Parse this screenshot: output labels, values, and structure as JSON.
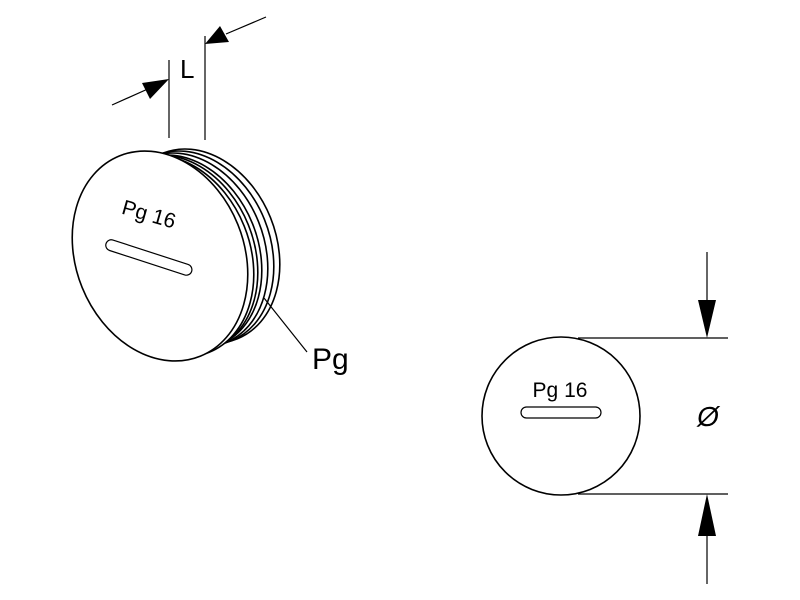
{
  "left_view": {
    "face_text": "Pg 16",
    "length_label": "L",
    "thread_label": "Pg"
  },
  "right_view": {
    "face_text": "Pg 16",
    "diameter_label": "Ø"
  },
  "colors": {
    "line": "#000000",
    "background": "#ffffff"
  }
}
